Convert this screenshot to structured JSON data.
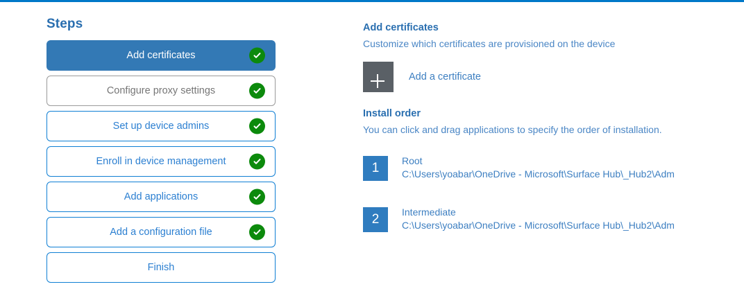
{
  "theme": {
    "accent_rule": "#0078c8",
    "heading_blue": "#2a6fb0",
    "link_blue": "#3d7fc1",
    "active_step_bg": "#3379b5",
    "check_green": "#0c8a0c",
    "plus_tile_gray": "#5a6066",
    "order_badge_blue": "#2f7cbf",
    "muted_gray": "#767676"
  },
  "steps_panel": {
    "title": "Steps",
    "items": [
      {
        "label": "Add certificates",
        "state": "active",
        "completed": true,
        "check_icon": "check-circle-icon"
      },
      {
        "label": "Configure proxy settings",
        "state": "muted",
        "completed": true,
        "check_icon": "check-circle-icon"
      },
      {
        "label": "Set up device admins",
        "state": "default",
        "completed": true,
        "check_icon": "check-circle-icon"
      },
      {
        "label": "Enroll in device management",
        "state": "default",
        "completed": true,
        "check_icon": "check-circle-icon"
      },
      {
        "label": "Add applications",
        "state": "default",
        "completed": true,
        "check_icon": "check-circle-icon"
      },
      {
        "label": "Add a configuration file",
        "state": "default",
        "completed": true,
        "check_icon": "check-circle-icon"
      },
      {
        "label": "Finish",
        "state": "default",
        "completed": false,
        "check_icon": null
      }
    ]
  },
  "detail": {
    "certificates": {
      "heading": "Add certificates",
      "subtitle": "Customize which certificates are provisioned on the device",
      "add_button_label": "Add a certificate",
      "add_button_icon": "plus-icon"
    },
    "install_order": {
      "heading": "Install order",
      "subtitle": "You can click and drag applications to specify the order of installation.",
      "items": [
        {
          "number": "1",
          "name": "Root",
          "path": "C:\\Users\\yoabar\\OneDrive - Microsoft\\Surface Hub\\_Hub2\\Adm"
        },
        {
          "number": "2",
          "name": "Intermediate",
          "path": "C:\\Users\\yoabar\\OneDrive - Microsoft\\Surface Hub\\_Hub2\\Adm"
        }
      ]
    }
  }
}
